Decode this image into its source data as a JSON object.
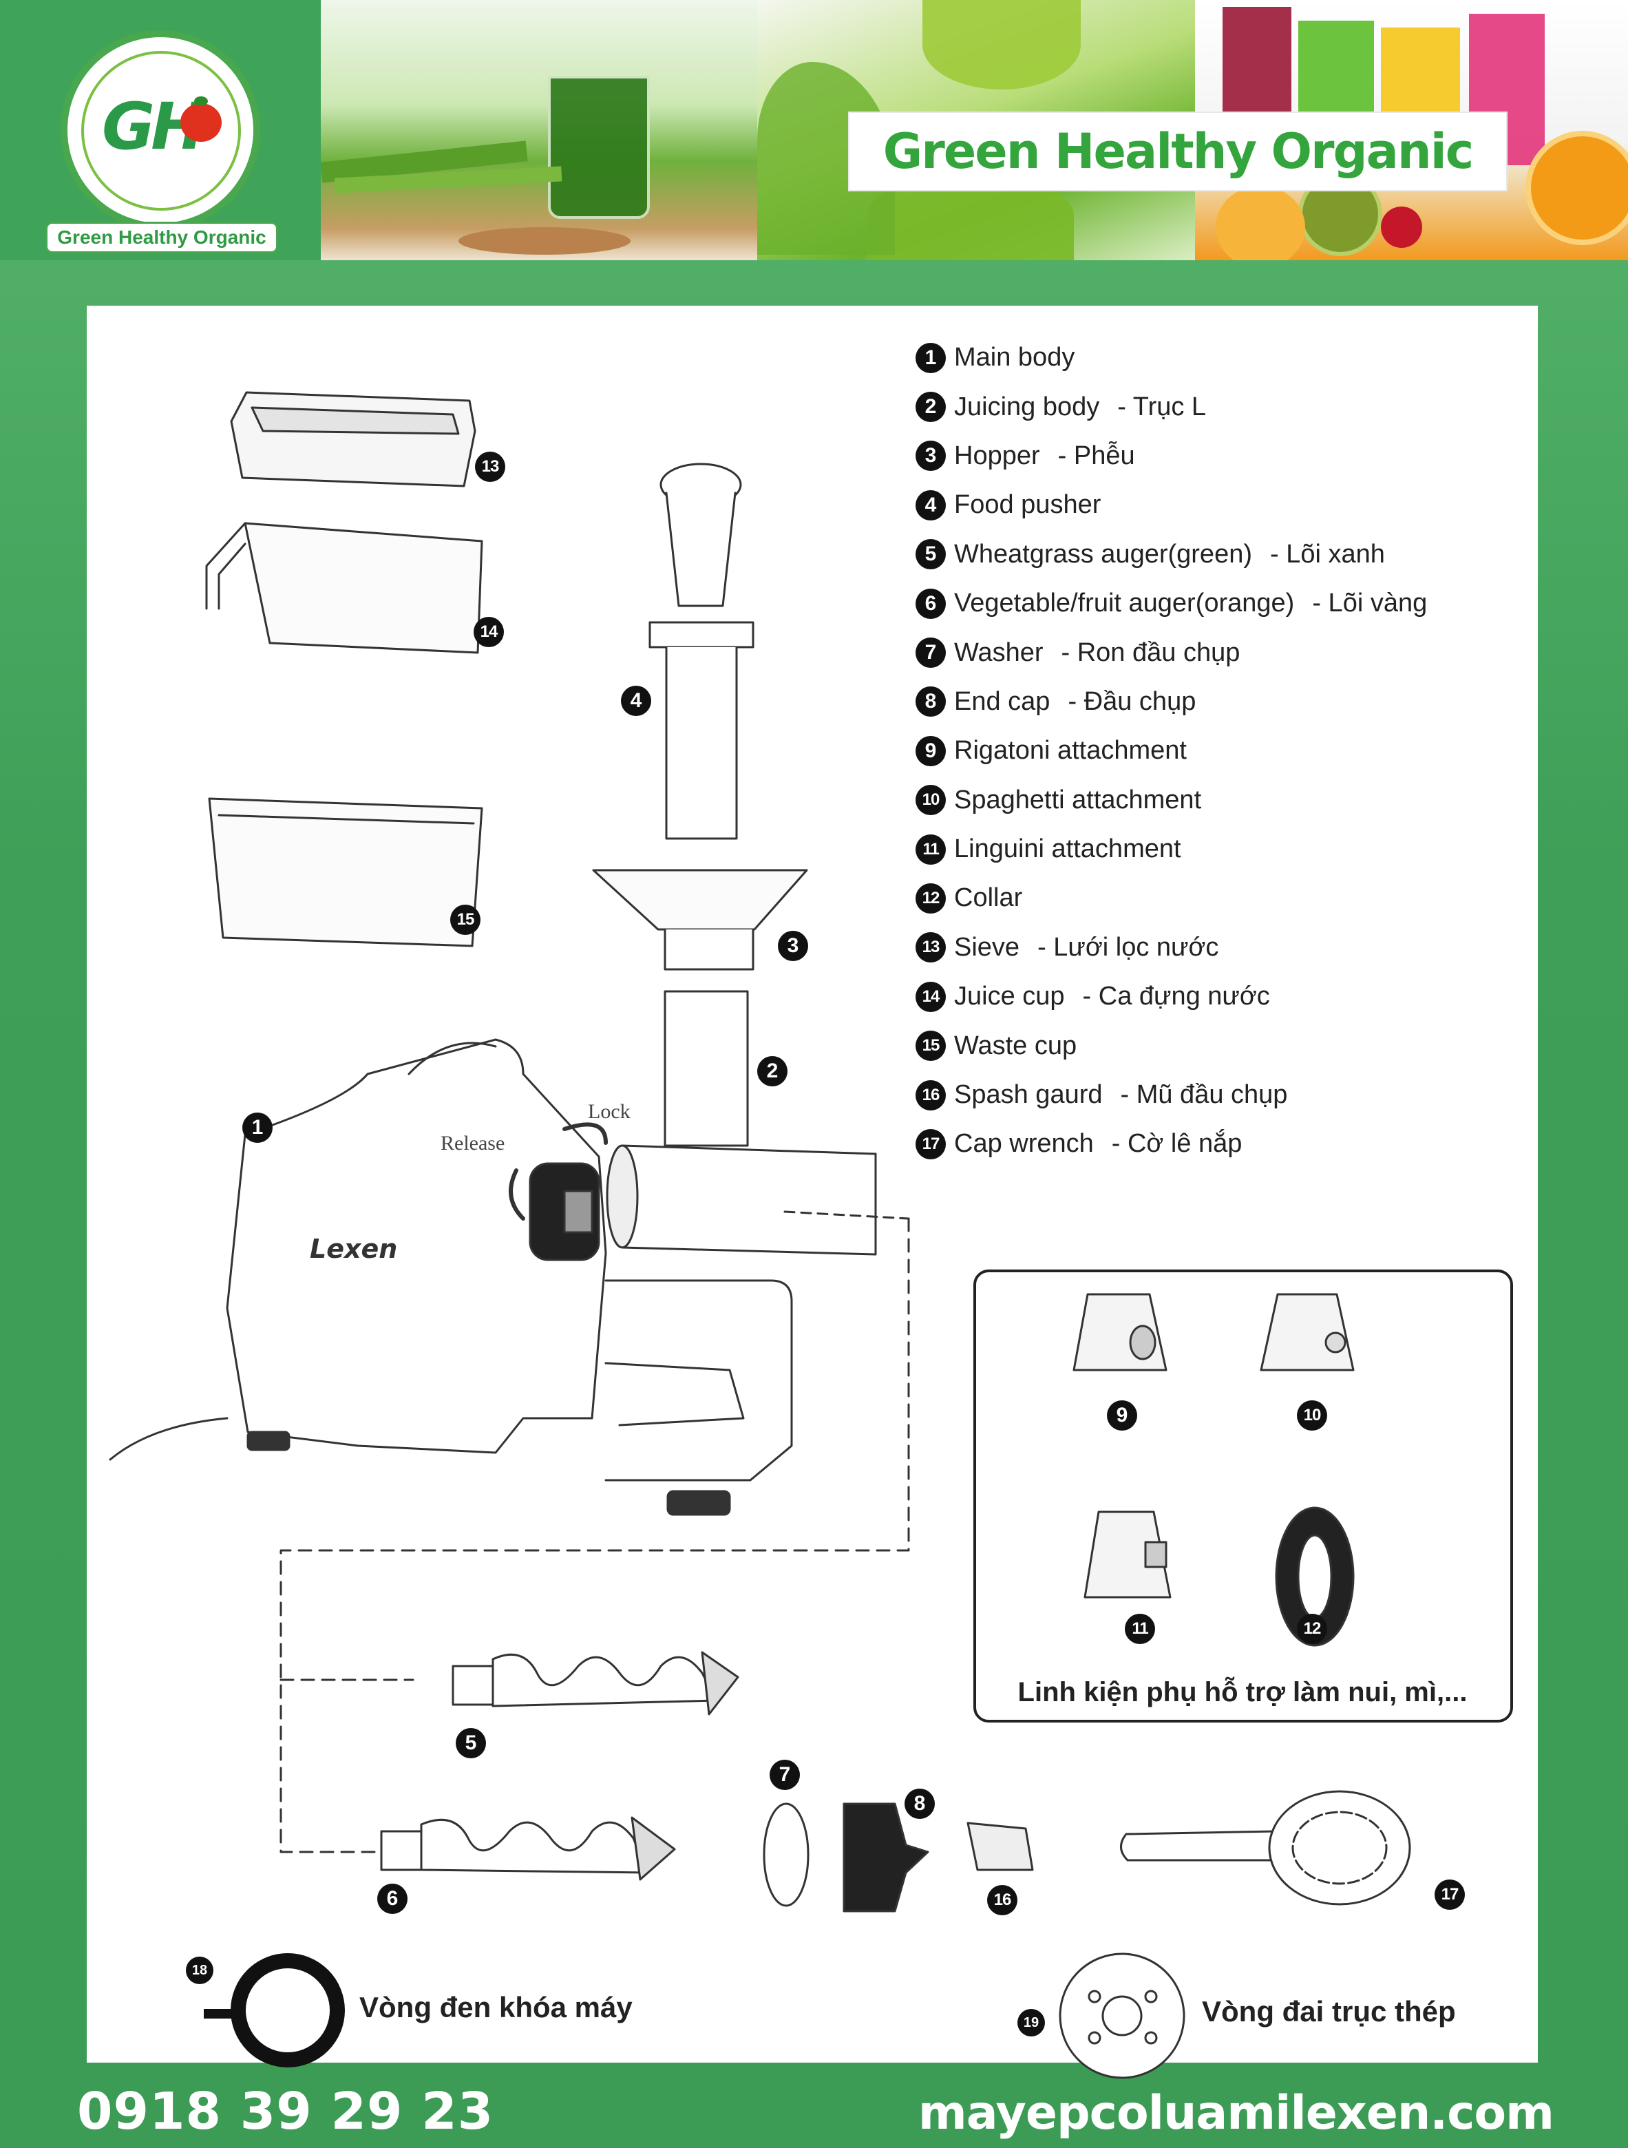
{
  "brand": {
    "logo_mark": "GH",
    "logo_caption": "Green Healthy Organic",
    "banner_title": "Green Healthy Organic"
  },
  "legend": [
    {
      "num": "1",
      "en": "Main body",
      "vi": ""
    },
    {
      "num": "2",
      "en": "Juicing body",
      "vi": "- Trục L"
    },
    {
      "num": "3",
      "en": "Hopper",
      "vi": "- Phễu"
    },
    {
      "num": "4",
      "en": "Food pusher",
      "vi": ""
    },
    {
      "num": "5",
      "en": "Wheatgrass auger(green)",
      "vi": "- Lõi xanh"
    },
    {
      "num": "6",
      "en": "Vegetable/fruit auger(orange)",
      "vi": "- Lõi vàng"
    },
    {
      "num": "7",
      "en": "Washer",
      "vi": "- Ron đầu chụp"
    },
    {
      "num": "8",
      "en": "End cap",
      "vi": "- Đầu chụp"
    },
    {
      "num": "9",
      "en": "Rigatoni attachment",
      "vi": ""
    },
    {
      "num": "10",
      "en": "Spaghetti attachment",
      "vi": ""
    },
    {
      "num": "11",
      "en": "Linguini attachment",
      "vi": ""
    },
    {
      "num": "12",
      "en": "Collar",
      "vi": ""
    },
    {
      "num": "13",
      "en": "Sieve",
      "vi": "- Lưới lọc nước"
    },
    {
      "num": "14",
      "en": "Juice cup",
      "vi": "- Ca đựng nước"
    },
    {
      "num": "15",
      "en": "Waste cup",
      "vi": ""
    },
    {
      "num": "16",
      "en": "Spash gaurd",
      "vi": "- Mũ đầu chụp"
    },
    {
      "num": "17",
      "en": "Cap wrench",
      "vi": "- Cờ lê nắp"
    }
  ],
  "machine": {
    "brand": "Lexen",
    "release_label": "Release",
    "lock_label": "Lock"
  },
  "callouts": {
    "n1": "1",
    "n2": "2",
    "n3": "3",
    "n4": "4",
    "n5": "5",
    "n6": "6",
    "n7": "7",
    "n8": "8",
    "n9": "9",
    "n10": "10",
    "n11": "11",
    "n12": "12",
    "n13": "13",
    "n14": "14",
    "n15": "15",
    "n16": "16",
    "n17": "17",
    "n18": "18",
    "n19": "19"
  },
  "accessories_caption": "Linh kiện phụ hỗ trợ làm nui, mì,...",
  "extra_parts": {
    "part18_label": "Vòng đen khóa máy",
    "part19_label": "Vòng đai trục thép"
  },
  "footer": {
    "phone": "0918 39 29 23",
    "website": "mayepcoluamilexen.com"
  }
}
